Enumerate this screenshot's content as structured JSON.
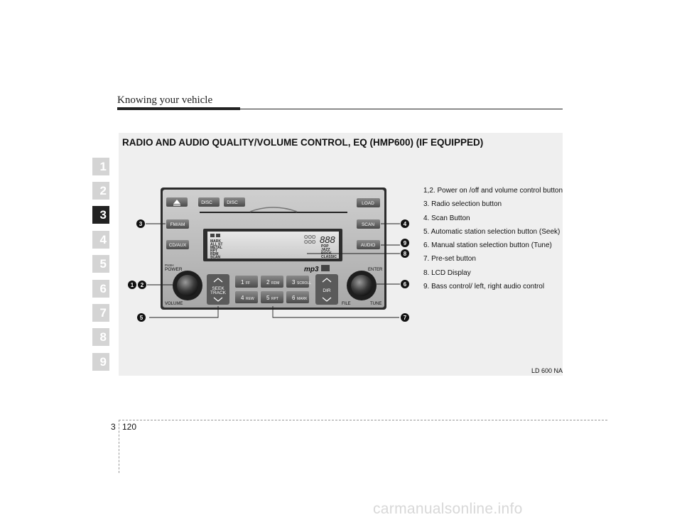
{
  "header": {
    "section_title": "Knowing your vehicle"
  },
  "chapter_tabs": [
    "1",
    "2",
    "3",
    "4",
    "5",
    "6",
    "7",
    "8",
    "9"
  ],
  "active_chapter": "3",
  "figure": {
    "title": "RADIO AND AUDIO QUALITY/VOLUME CONTROL, EQ (HMP600) (IF EQUIPPED)",
    "code": "LD 600 NA",
    "callouts": [
      "3",
      "4",
      "9",
      "8",
      "1",
      "2",
      "6",
      "5",
      "7"
    ]
  },
  "radio": {
    "buttons": {
      "disc_down": "DISC",
      "disc_up": "DISC",
      "load": "LOAD",
      "fm_am": "FM/AM",
      "scan": "SCAN",
      "cd_aux": "CD/AUX",
      "audio": "AUDIO",
      "seek_track_1": "SEEK",
      "seek_track_2": "TRACK",
      "dir": "DIR",
      "preset_1_num": "1",
      "preset_1_txt": "FF",
      "preset_2_num": "2",
      "preset_2_txt": "RDM",
      "preset_3_num": "3",
      "preset_3_txt": "SCROLL",
      "preset_4_num": "4",
      "preset_4_txt": "REW",
      "preset_5_num": "5",
      "preset_5_txt": "RPT",
      "preset_6_num": "6",
      "preset_6_txt": "MARK"
    },
    "labels": {
      "push": "PUSH",
      "power": "POWER",
      "volume": "VOLUME",
      "enter": "ENTER",
      "file": "FILE",
      "tune": "TUNE",
      "mp3": "mp3"
    },
    "lcd": {
      "left_lines": [
        "MARK",
        "ALL ST",
        "METAL",
        "RPT",
        "RDM",
        "SCAN"
      ],
      "digits": "888",
      "eq_lines": [
        "POP",
        "JAZZ",
        "ROCK",
        "CLASSIC"
      ]
    }
  },
  "descriptions": [
    "1,2. Power on /off and volume control button",
    "3. Radio selection button",
    "4. Scan Button",
    "5. Automatic station selection button (Seek)",
    "6. Manual station selection button (Tune)",
    "7. Pre-set button",
    "8. LCD Display",
    "9. Bass control/ left, right audio control"
  ],
  "footer": {
    "chapter": "3",
    "page": "120"
  },
  "watermark": "carmanualsonline.info"
}
